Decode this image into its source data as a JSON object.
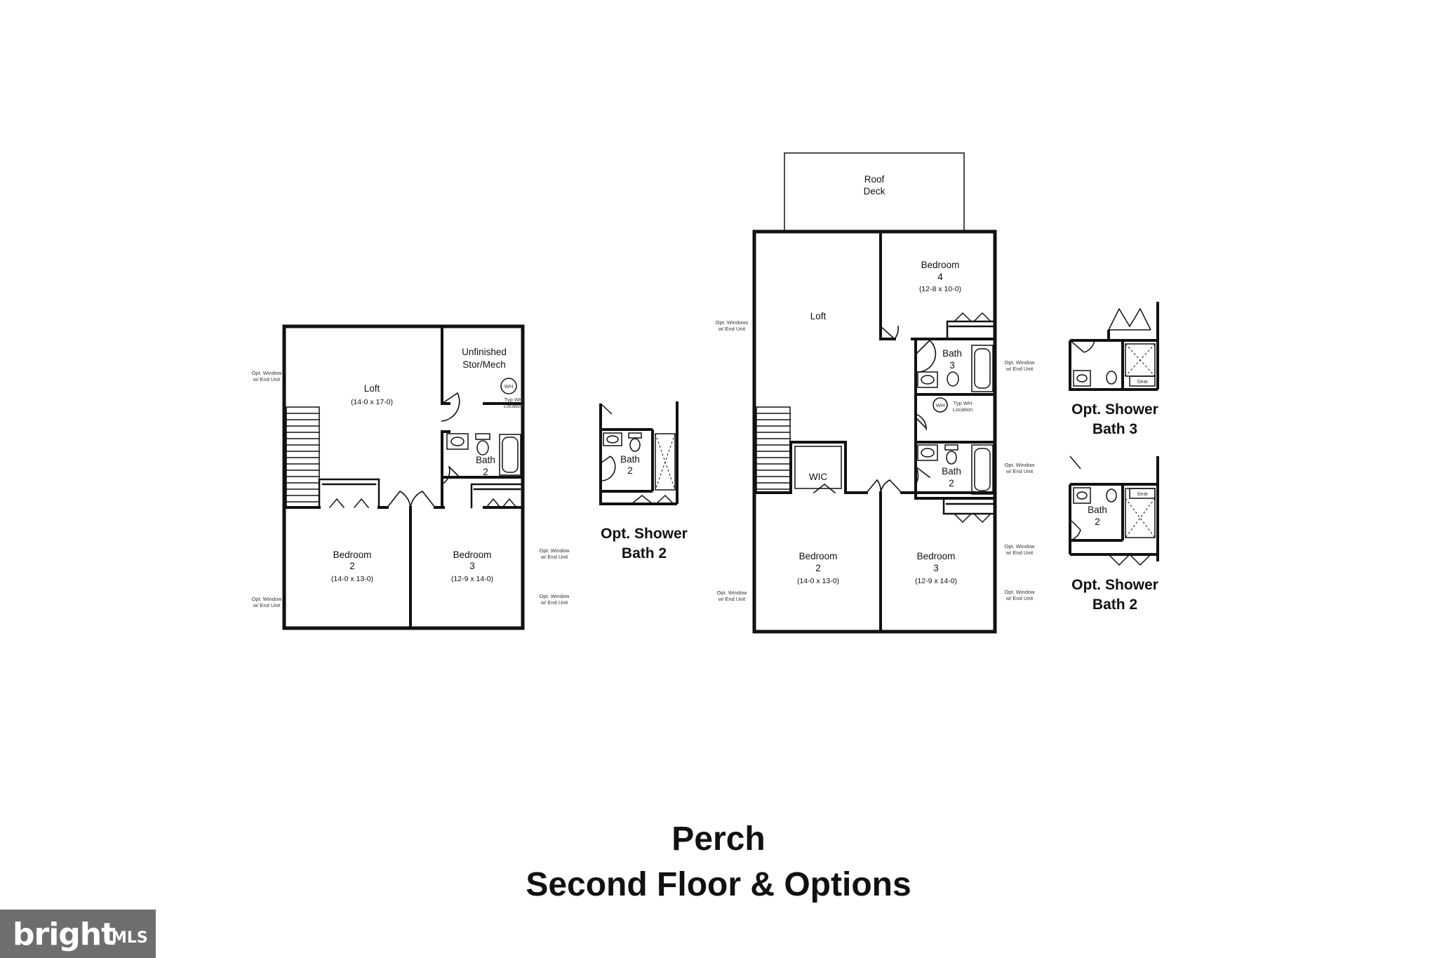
{
  "title": "Perch",
  "subtitle": "Second Floor & Options",
  "logo": {
    "text": "bright",
    "suffix": "MLS"
  },
  "plan_a": {
    "loft": {
      "name": "Loft",
      "dims": "(14-0 x 17-0)"
    },
    "storage": {
      "name_line1": "Unfinished",
      "name_line2": "Stor/Mech",
      "wh_symbol": "WH",
      "wh_note_line1": "Typ WH",
      "wh_note_line2": "Location"
    },
    "bath": {
      "line1": "Bath",
      "line2": "2"
    },
    "bedroom2": {
      "line1": "Bedroom",
      "line2": "2",
      "dims": "(14-0 x 13-0)"
    },
    "bedroom3": {
      "line1": "Bedroom",
      "line2": "3",
      "dims": "(12-9 x 14-0)"
    },
    "notes": {
      "left_top": {
        "line1": "Opt. Window",
        "line2": "w/ End Unit"
      },
      "left_bottom": {
        "line1": "Opt. Window",
        "line2": "w/ End Unit"
      },
      "right_top": {
        "line1": "Opt. Window",
        "line2": "w/ End Unit"
      },
      "right_bottom": {
        "line1": "Opt. Window",
        "line2": "w/ End Unit"
      }
    }
  },
  "option_a": {
    "bath_line1": "Bath",
    "bath_line2": "2",
    "caption_line1": "Opt. Shower",
    "caption_line2": "Bath 2"
  },
  "plan_b": {
    "roof_deck": {
      "line1": "Roof",
      "line2": "Deck"
    },
    "loft": {
      "name": "Loft"
    },
    "bedroom4": {
      "line1": "Bedroom",
      "line2": "4",
      "dims": "(12-8 x 10-0)"
    },
    "bath3": {
      "line1": "Bath",
      "line2": "3"
    },
    "wh": {
      "symbol": "WH",
      "note_line1": "Typ WH",
      "note_line2": "Location"
    },
    "bath2": {
      "line1": "Bath",
      "line2": "2"
    },
    "wic": "WIC",
    "bedroom2": {
      "line1": "Bedroom",
      "line2": "2",
      "dims": "(14-0 x 13-0)"
    },
    "bedroom3": {
      "line1": "Bedroom",
      "line2": "3",
      "dims": "(12-9 x 14-0)"
    },
    "notes": {
      "left_top": {
        "line1": "Opt. Windows",
        "line2": "w/ End Unit"
      },
      "left_bottom": {
        "line1": "Opt. Window",
        "line2": "w/ End Unit"
      },
      "right_1": {
        "line1": "Opt. Window",
        "line2": "w/ End Unit"
      },
      "right_2": {
        "line1": "Opt. Window",
        "line2": "w/ End Unit"
      },
      "right_3": {
        "line1": "Opt. Window",
        "line2": "w/ End Unit"
      },
      "right_4": {
        "line1": "Opt. Window",
        "line2": "w/ End Unit"
      }
    }
  },
  "option_b3": {
    "seat": "Seat",
    "caption_line1": "Opt. Shower",
    "caption_line2": "Bath 3"
  },
  "option_b2": {
    "bath_line1": "Bath",
    "bath_line2": "2",
    "seat": "Seat",
    "caption_line1": "Opt. Shower",
    "caption_line2": "Bath 2"
  }
}
